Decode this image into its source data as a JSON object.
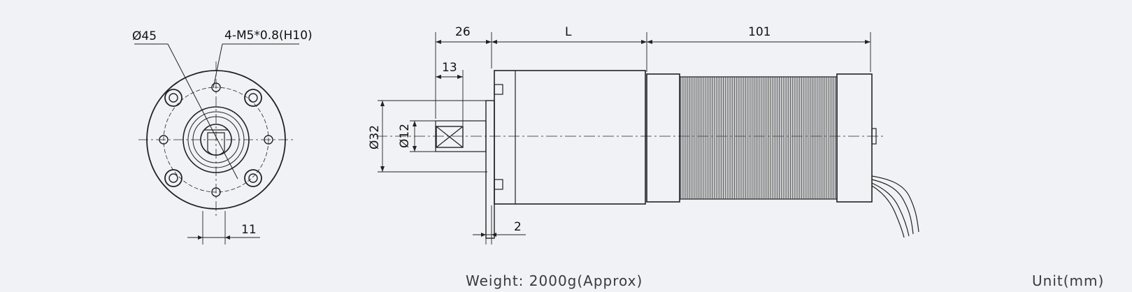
{
  "front_view": {
    "diameter_label": "Ø45",
    "thread_label": "4-M5*0.8(H10)",
    "key_width_label": "11"
  },
  "side_view": {
    "shaft_length_label": "26",
    "key_length_label": "13",
    "body_length_label": "L",
    "motor_length_label": "101",
    "pilot_diameter_label": "Ø32",
    "shaft_diameter_label": "Ø12",
    "flange_thickness_label": "2"
  },
  "footer": {
    "weight": "Weight: 2000g(Approx)",
    "unit": "Unit(mm)"
  }
}
